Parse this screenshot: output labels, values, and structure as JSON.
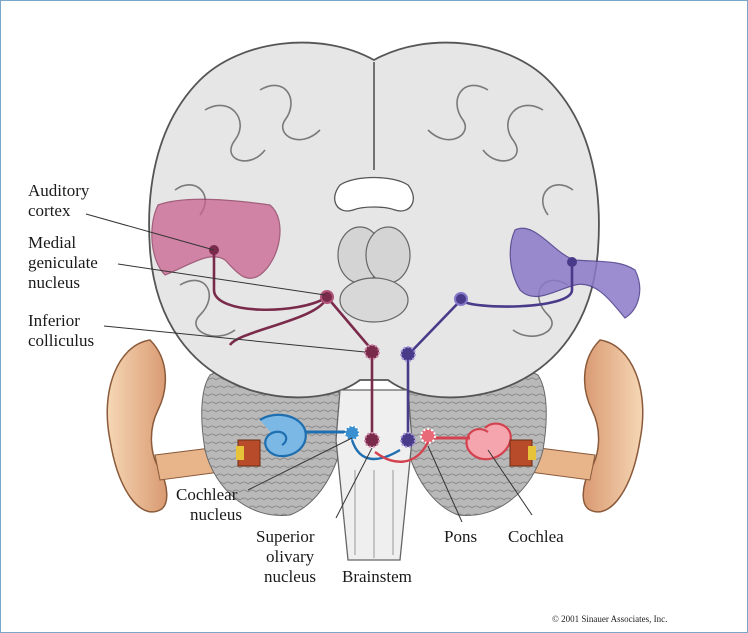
{
  "labels": {
    "auditory_cortex": [
      "Auditory",
      "cortex"
    ],
    "medial_geniculate": [
      "Medial",
      "geniculate",
      "nucleus"
    ],
    "inferior_colliculus": [
      "Inferior",
      "colliculus"
    ],
    "cochlear_nucleus": [
      "Cochlear",
      "nucleus"
    ],
    "superior_olivary": [
      "Superior",
      "olivary",
      "nucleus"
    ],
    "brainstem": "Brainstem",
    "pons": "Pons",
    "cochlea": "Cochlea"
  },
  "copyright": "© 2001 Sinauer Associates, Inc.",
  "colors": {
    "left_pathway": "#7a2a4a",
    "right_pathway": "#4a3a8a",
    "left_cortex": "#c9628e",
    "right_cortex": "#8b78c8",
    "cochlea_left": "#3a8fd0",
    "cochlea_right": "#e86a78",
    "brain_fill": "#e6e6e6",
    "ear_skin": "#f2c9a0"
  }
}
